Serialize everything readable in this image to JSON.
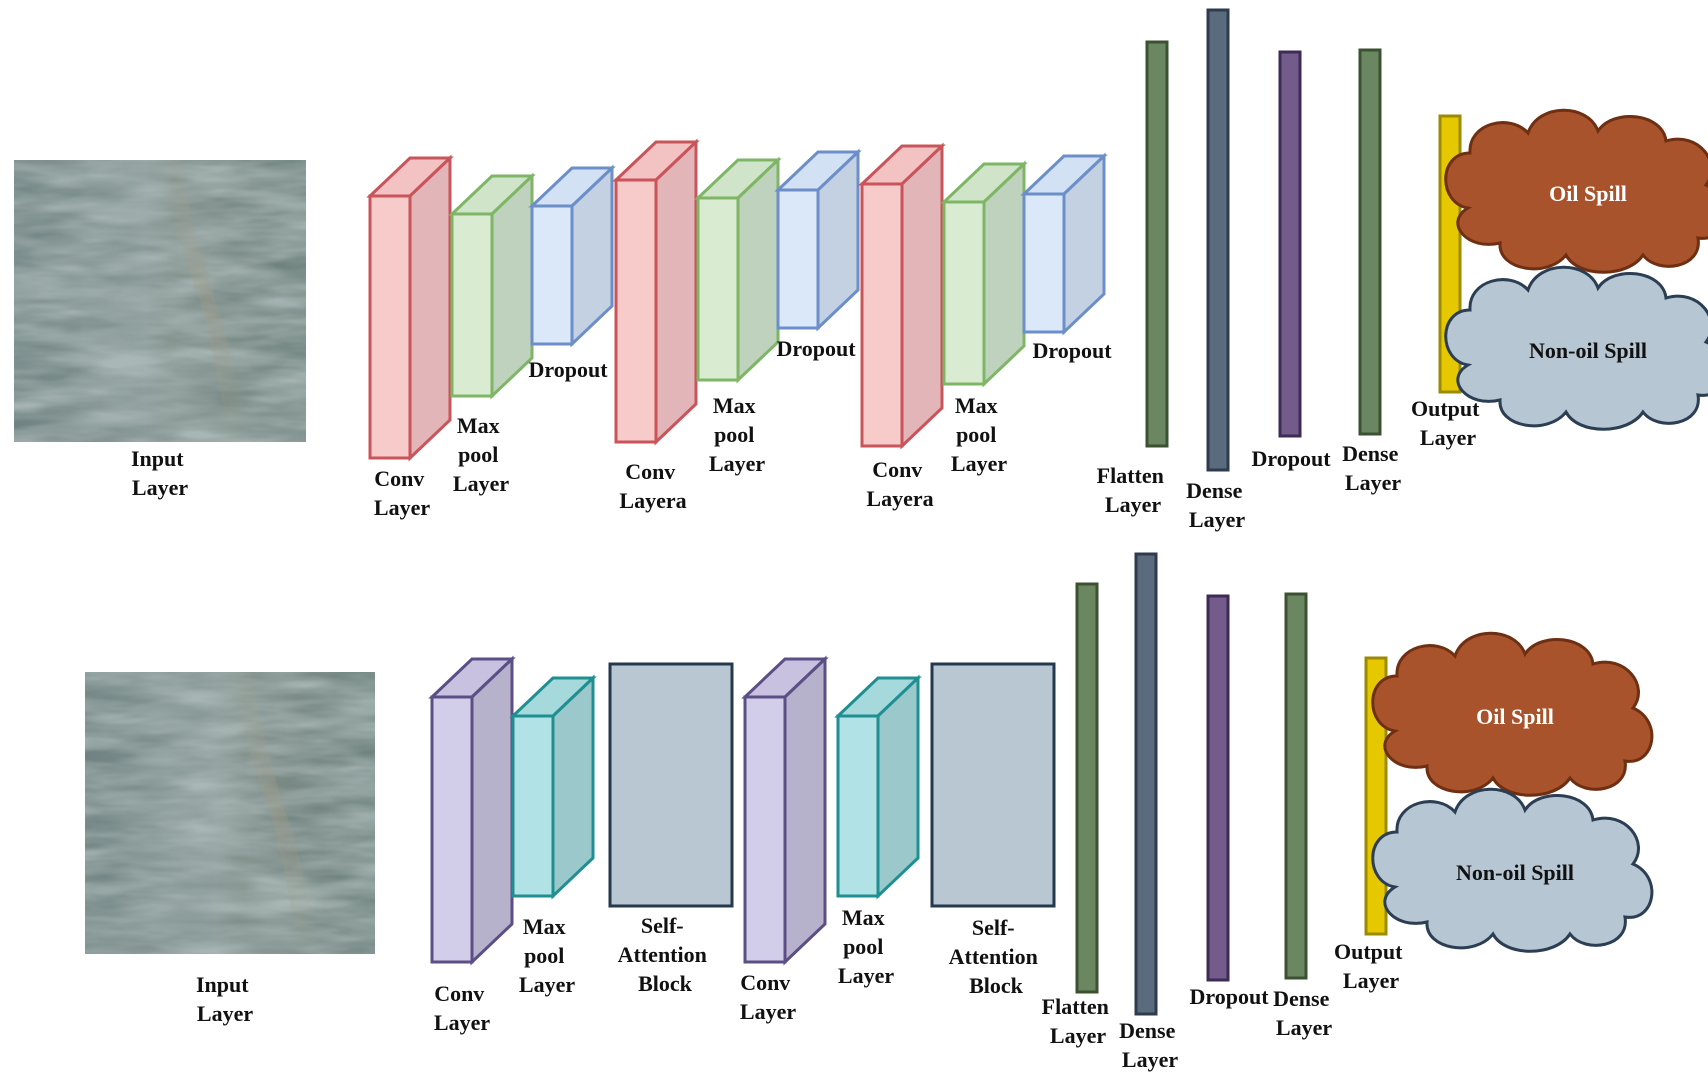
{
  "top_network": {
    "input_label": [
      "Input",
      "Layer"
    ],
    "conv1_label": [
      "Conv",
      "Layer"
    ],
    "pool1_label": [
      "Max",
      "pool",
      "Layer"
    ],
    "drop1_label": [
      "Dropout"
    ],
    "conv2_label": [
      "Conv",
      "Layera"
    ],
    "pool2_label": [
      "Max",
      "pool",
      "Layer"
    ],
    "drop2_label": [
      "Dropout"
    ],
    "conv3_label": [
      "Conv",
      "Layera"
    ],
    "pool3_label": [
      "Max",
      "pool",
      "Layer"
    ],
    "drop3_label": [
      "Dropout"
    ],
    "flatten_label": [
      "Flatten",
      "Layer"
    ],
    "dense1_label": [
      "Dense",
      "Layer"
    ],
    "dropout_bar_label": [
      "Dropout"
    ],
    "dense2_label": [
      "Dense",
      "Layer"
    ],
    "output_label": [
      "Output",
      "Layer"
    ],
    "class_oil": "Oil Spill",
    "class_nonoil": "Non-oil Spill"
  },
  "bottom_network": {
    "input_label": [
      "Input",
      "Layer"
    ],
    "conv1_label": [
      "Conv",
      "Layer"
    ],
    "pool1_label": [
      "Max",
      "pool",
      "Layer"
    ],
    "attn1_label": [
      "Self-",
      "Attention",
      "Block"
    ],
    "conv2_label": [
      "Conv",
      "Layer"
    ],
    "pool2_label": [
      "Max",
      "pool",
      "Layer"
    ],
    "attn2_label": [
      "Self-",
      "Attention",
      "Block"
    ],
    "flatten_label": [
      "Flatten",
      "Layer"
    ],
    "dense1_label": [
      "Dense",
      "Layer"
    ],
    "dropout_bar_label": [
      "Dropout"
    ],
    "dense2_label": [
      "Dense",
      "Layer"
    ],
    "output_label": [
      "Output",
      "Layer"
    ],
    "class_oil": "Oil Spill",
    "class_nonoil": "Non-oil Spill"
  },
  "colors": {
    "conv_red_front": "#f8cbcb",
    "conv_red_side": "#e2b5b8",
    "conv_red_stroke": "#c9545a",
    "pool_green_front": "#d9ecd2",
    "pool_green_side": "#bfd2bd",
    "pool_green_stroke": "#7eb665",
    "drop_blue_front": "#dae8fa",
    "drop_blue_side": "#c4d1e3",
    "drop_blue_stroke": "#6c8fc9",
    "conv_purple_front": "#d2cde8",
    "conv_purple_side": "#b7b2cc",
    "conv_purple_stroke": "#5c4f86",
    "pool_teal_front": "#b0e2e6",
    "pool_teal_side": "#9bc8cb",
    "pool_teal_stroke": "#1f8f91",
    "attention_fill": "#b8c7d2",
    "attention_stroke": "#24394d",
    "flatten_green": "#6b8762",
    "flatten_stroke": "#3b5132",
    "dense_slate": "#5a6b7e",
    "dense_stroke": "#2d3b4c",
    "dropout_purple": "#735c8c",
    "dropout_stroke": "#3d2b55",
    "output_yellow": "#e6c800",
    "output_stroke": "#9c8a00",
    "oil_cloud": "#a8532c",
    "oil_cloud_stroke": "#6e2f12",
    "nonoil_cloud": "#b6c6d3",
    "nonoil_cloud_stroke": "#2b3e53",
    "water_base": "#7a8d8c"
  }
}
